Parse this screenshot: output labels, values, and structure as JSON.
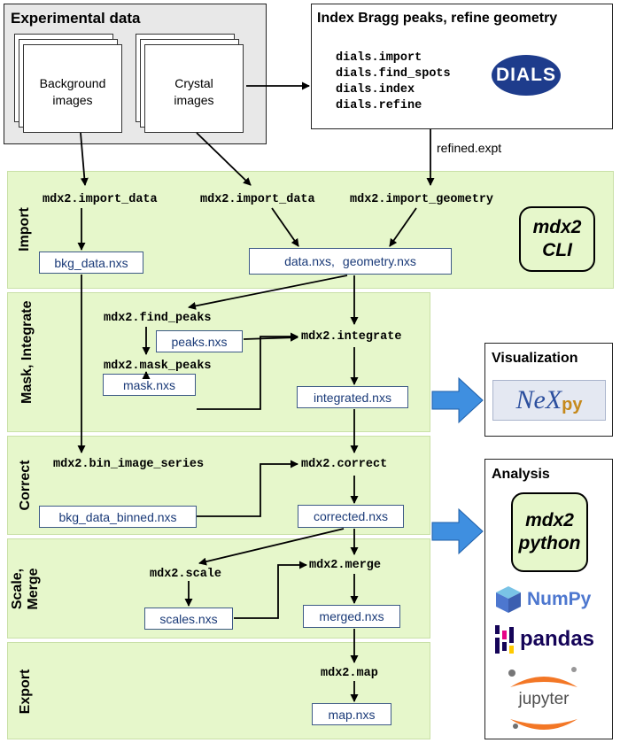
{
  "experimental": {
    "title": "Experimental data",
    "background_line1": "Background",
    "background_line2": "images",
    "crystal_line1": "Crystal",
    "crystal_line2": "images"
  },
  "index": {
    "title": "Index Bragg peaks, refine geometry",
    "commands": [
      "dials.import",
      "dials.find_spots",
      "dials.index",
      "dials.refine"
    ],
    "logo_text": "DIALS"
  },
  "refined_label": "refined.expt",
  "import_stage": {
    "label": "Import",
    "cmd_left": "mdx2.import_data",
    "cmd_mid": "mdx2.import_data",
    "cmd_right": "mdx2.import_geometry",
    "file_bkg": "bkg_data.nxs",
    "file_data": "data.nxs,",
    "file_geometry": "geometry.nxs",
    "cli_line1": "mdx2",
    "cli_line2": "CLI"
  },
  "mask_stage": {
    "label_line1": "Mask,",
    "label_line2": "Integrate",
    "cmd_find": "mdx2.find_peaks",
    "file_peaks": "peaks.nxs",
    "cmd_mask": "mdx2.mask_peaks",
    "file_mask": "mask.nxs",
    "cmd_integrate": "mdx2.integrate",
    "file_integrated": "integrated.nxs"
  },
  "correct_stage": {
    "label": "Correct",
    "cmd_bin": "mdx2.bin_image_series",
    "file_binned": "bkg_data_binned.nxs",
    "cmd_correct": "mdx2.correct",
    "file_corrected": "corrected.nxs"
  },
  "scale_stage": {
    "label_line1": "Scale,",
    "label_line2": "Merge",
    "cmd_scale": "mdx2.scale",
    "file_scales": "scales.nxs",
    "cmd_merge": "mdx2.merge",
    "file_merged": "merged.nxs"
  },
  "export_stage": {
    "label": "Export",
    "cmd_map": "mdx2.map",
    "file_map": "map.nxs"
  },
  "visualization": {
    "title": "Visualization",
    "logo_main": "NeX",
    "logo_sub": "py"
  },
  "analysis": {
    "title": "Analysis",
    "py_line1": "mdx2",
    "py_line2": "python",
    "numpy": "NumPy",
    "pandas": "pandas",
    "jupyter": "jupyter"
  },
  "colors": {
    "panel_green": "#e6f7cb",
    "file_text": "#1a3a78",
    "big_arrow": "#3f8fe0",
    "experimental_bg": "#e8e8e8"
  }
}
